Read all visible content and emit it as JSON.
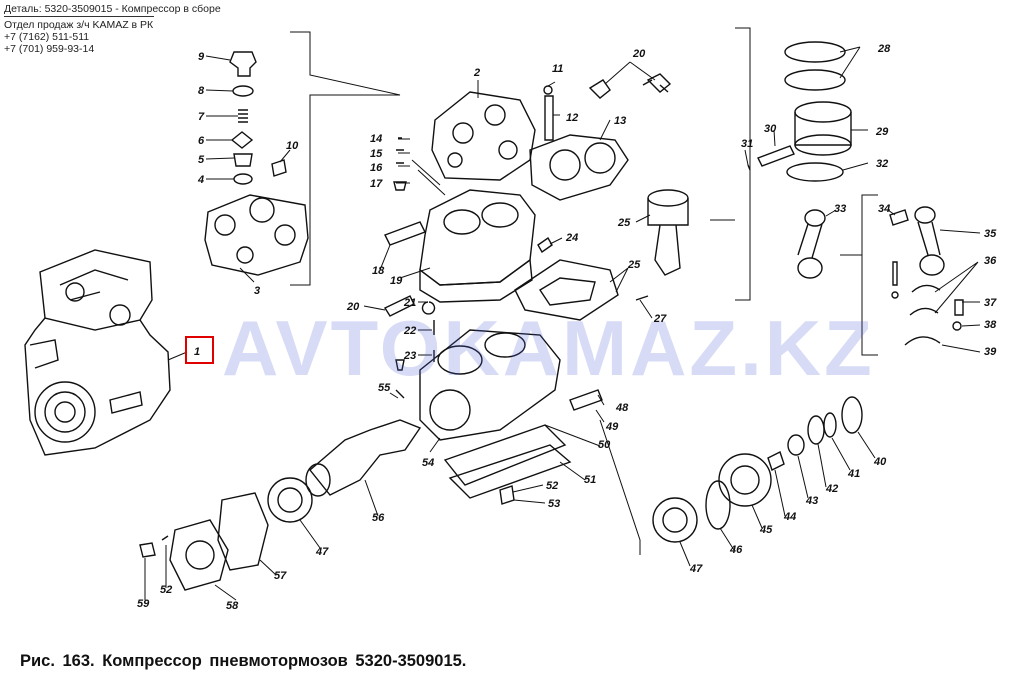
{
  "header": {
    "detail": "Деталь: 5320-3509015 - Компрессор в сборе",
    "seller": "Отдел продаж з/ч KAMAZ в РК",
    "phone1": "+7 (7162) 511-511",
    "phone2": "+7 (701) 959-93-14"
  },
  "watermark": "AVTOKAMAZ.KZ",
  "caption": "Рис. 163. Компрессор пневмотормозов 5320-3509015.",
  "highlight_label": "1",
  "part_labels": [
    "1",
    "2",
    "3",
    "4",
    "5",
    "6",
    "7",
    "8",
    "9",
    "10",
    "11",
    "12",
    "13",
    "14",
    "15",
    "16",
    "17",
    "18",
    "19",
    "20",
    "20",
    "21",
    "22",
    "23",
    "24",
    "25",
    "25",
    "27",
    "28",
    "29",
    "30",
    "31",
    "32",
    "33",
    "34",
    "35",
    "36",
    "37",
    "38",
    "39",
    "40",
    "41",
    "42",
    "43",
    "44",
    "45",
    "46",
    "47",
    "47",
    "48",
    "49",
    "50",
    "51",
    "52",
    "52",
    "53",
    "54",
    "55",
    "56",
    "57",
    "58",
    "59"
  ],
  "colors": {
    "highlight": "#e00000",
    "watermark": "#4a5cd6",
    "ink": "#111111"
  }
}
